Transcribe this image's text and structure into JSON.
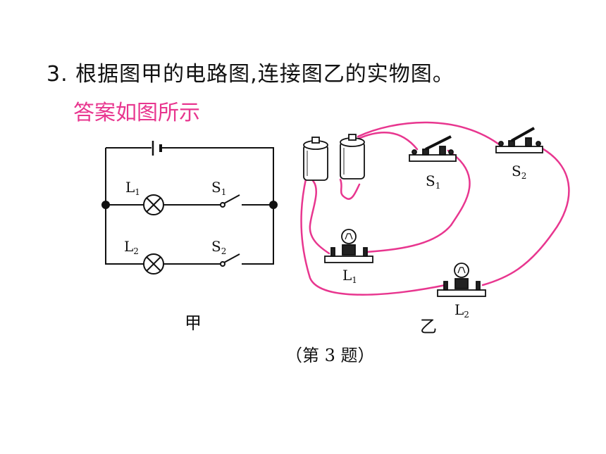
{
  "question": {
    "number": "3.",
    "text": "根据图甲的电路图,连接图乙的实物图。"
  },
  "answer": "答案如图所示",
  "circuit": {
    "lamp1": {
      "letter": "L",
      "sub": "1"
    },
    "lamp2": {
      "letter": "L",
      "sub": "2"
    },
    "switch1": {
      "letter": "S",
      "sub": "1"
    },
    "switch2": {
      "letter": "S",
      "sub": "2"
    },
    "caption": "甲"
  },
  "physical": {
    "lamp1": {
      "letter": "L",
      "sub": "1"
    },
    "lamp2": {
      "letter": "L",
      "sub": "2"
    },
    "switch1": {
      "letter": "S",
      "sub": "1"
    },
    "switch2": {
      "letter": "S",
      "sub": "2"
    },
    "caption": "乙"
  },
  "figure_caption": "（第 3 题）",
  "colors": {
    "answer": "#e8368f",
    "wire": "#e8368f",
    "line": "#111111"
  }
}
